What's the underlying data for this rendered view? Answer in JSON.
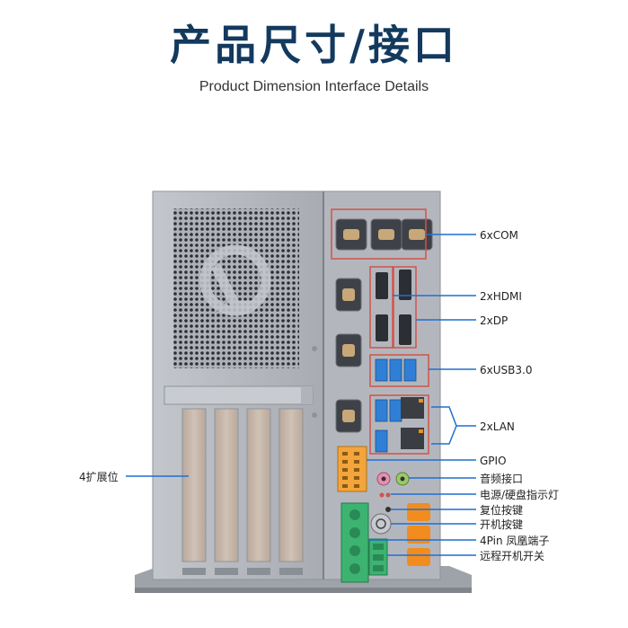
{
  "header": {
    "title": "产品尺寸/接口",
    "subtitle": "Product Dimension Interface Details"
  },
  "labels": {
    "com": "6xCOM",
    "hdmi": "2xHDMI",
    "dp": "2xDP",
    "usb": "6xUSB3.0",
    "lan": "2xLAN",
    "gpio": "GPIO",
    "audio": "音频接口",
    "led": "电源/硬盘指示灯",
    "reset": "复位按键",
    "power": "开机按键",
    "terminal": "4Pin 凤凰端子",
    "remote": "远程开机开关",
    "expansion": "4扩展位"
  },
  "colors": {
    "title": "#13395e",
    "chassis": "#b8bcc2",
    "line": "#1f6fd1",
    "box_red": "#d2524a",
    "usb_blue": "#2f7fd6",
    "terminal_green": "#3cb371",
    "orange": "#f28c1e"
  }
}
